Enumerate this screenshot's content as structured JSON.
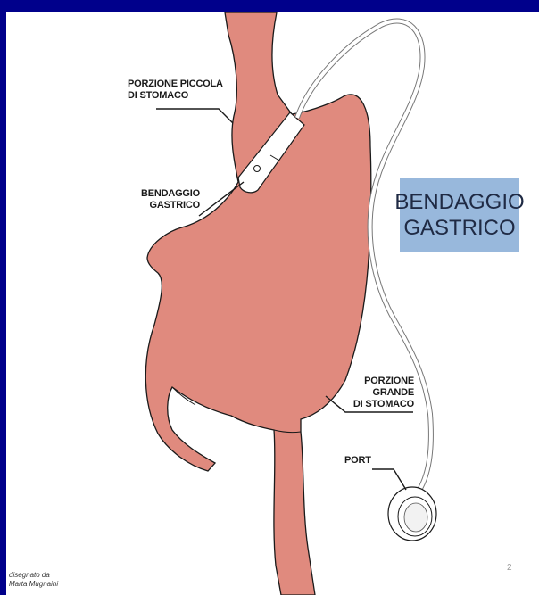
{
  "labels": {
    "small_portion": [
      "PORZIONE PICCOLA",
      "DI STOMACO"
    ],
    "band": [
      "BENDAGGIO",
      "GASTRICO"
    ],
    "large_portion": [
      "PORZIONE",
      "GRANDE",
      "DI STOMACO"
    ],
    "port": "PORT"
  },
  "title_box": {
    "lines": [
      "BENDAGGIO",
      "GASTRICO"
    ]
  },
  "credit": [
    "disegnato da",
    "Marta Mugnaini"
  ],
  "page_number": "2",
  "colors": {
    "frame": "#00008b",
    "stomach": "#e08a7e",
    "outline": "#1a1a1a",
    "title_box": "#98b8dc",
    "band": "#ffffff"
  }
}
